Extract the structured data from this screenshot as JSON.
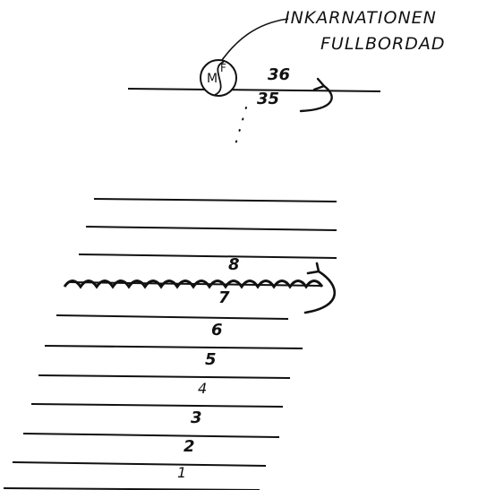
{
  "caption": {
    "line1": "INKARNATIONEN",
    "line2": "FULLBORDAD"
  },
  "top_numbers": {
    "upper": "36",
    "lower": "35"
  },
  "symbol": {
    "left_letter": "M",
    "right_letter": "F"
  },
  "levels": [
    "1",
    "2",
    "3",
    "4",
    "5",
    "6",
    "7",
    "8"
  ],
  "colors": {
    "ink": "#111111",
    "background": "#ffffff"
  }
}
